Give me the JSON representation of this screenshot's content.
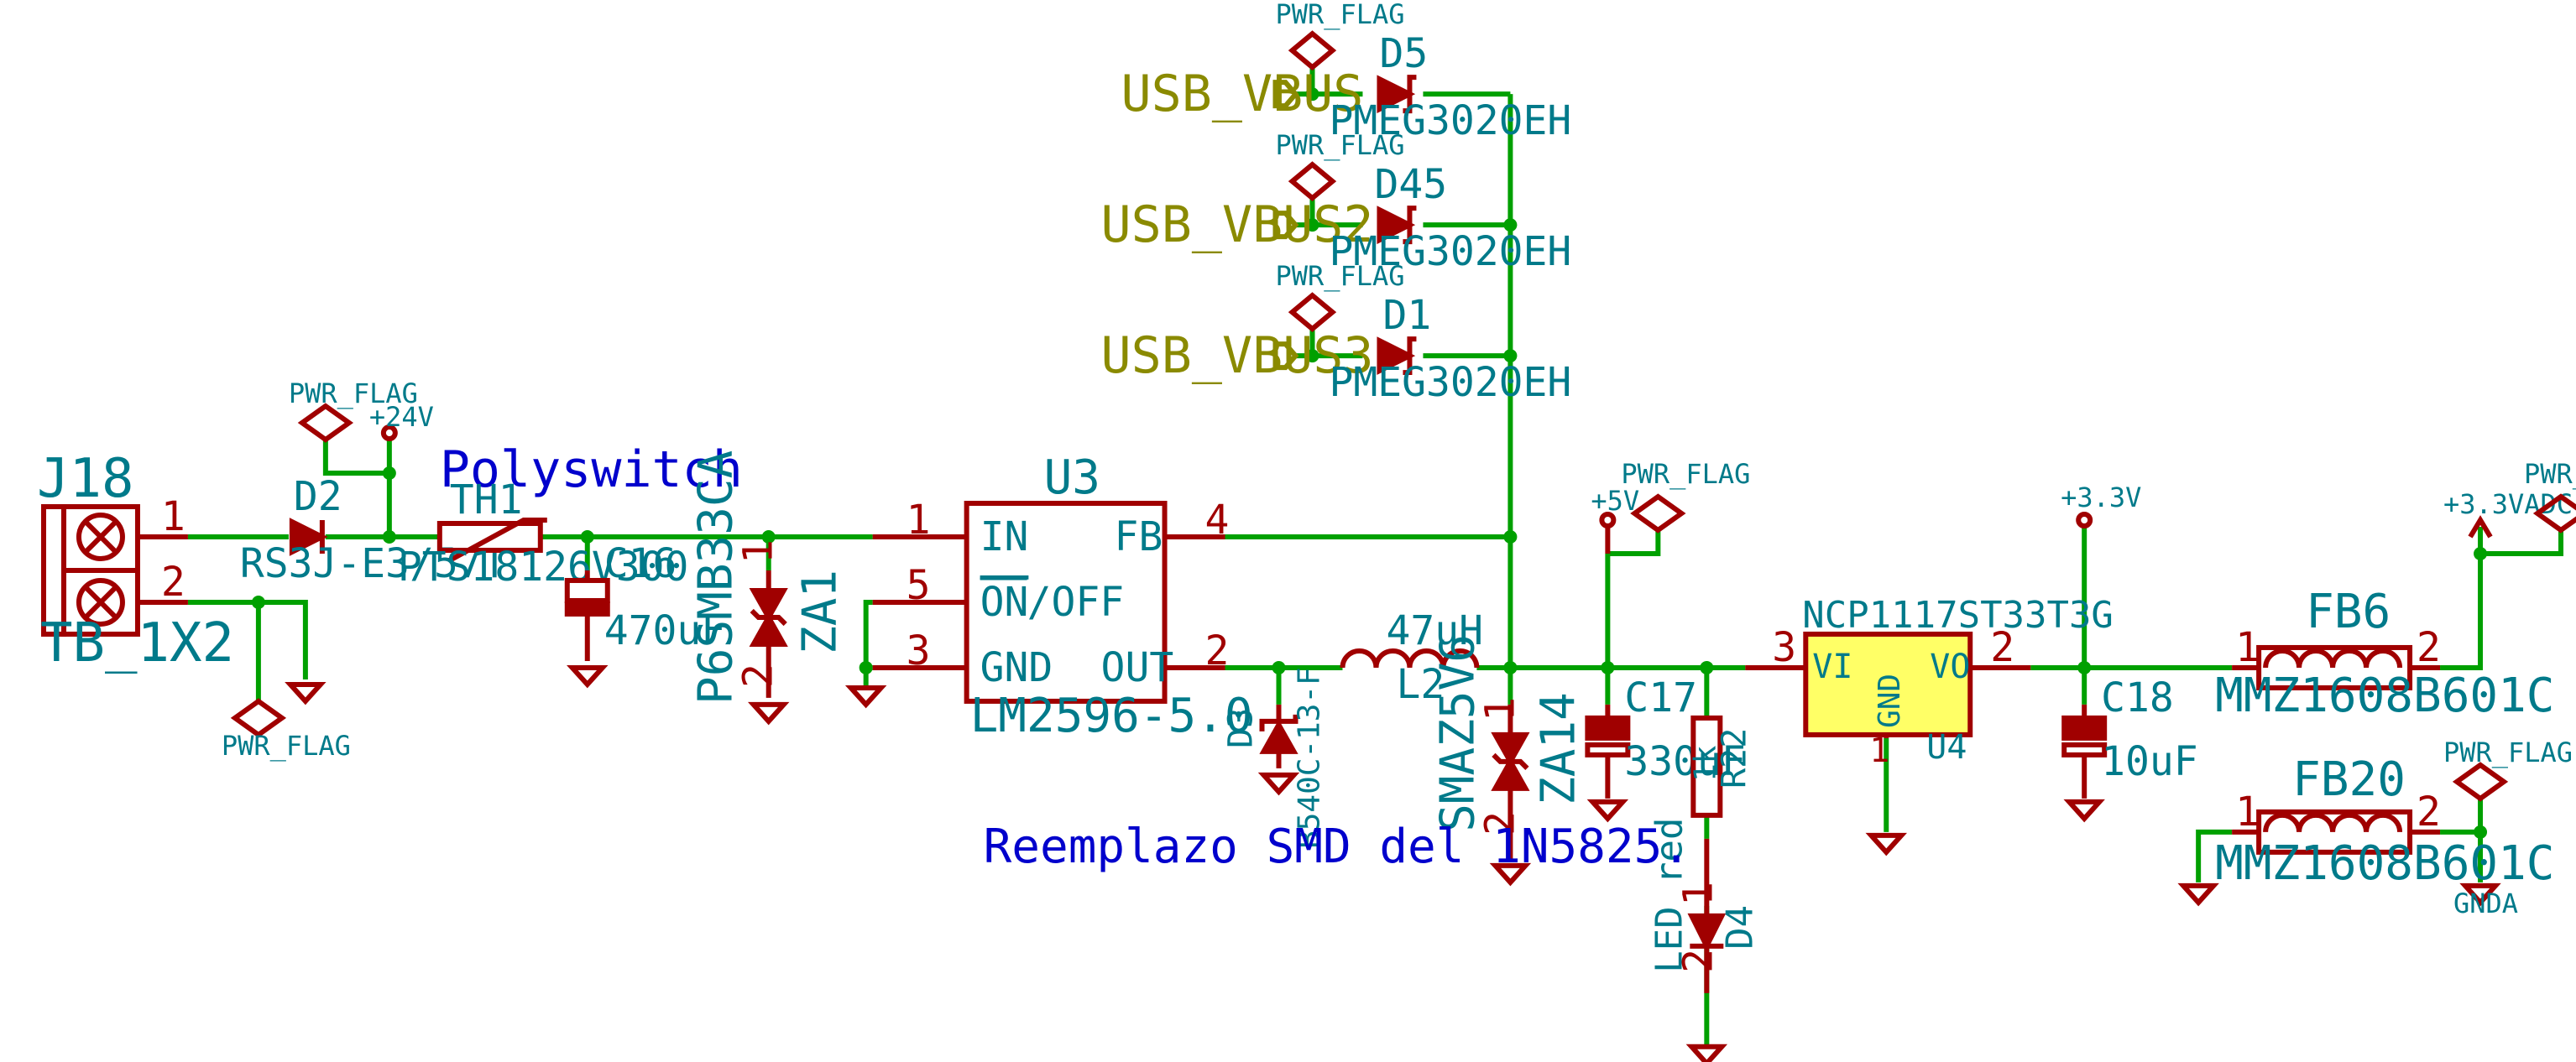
{
  "colors": {
    "wire": "#00a000",
    "component": "#a00000",
    "refdes": "#007a8a",
    "global_label": "#8a8a00",
    "note": "#0000cc",
    "ldo_fill": "#ffff66"
  },
  "connector": {
    "ref": "J18",
    "value": "TB_1X2",
    "pin1": "1",
    "pin2": "2"
  },
  "pwr_flag": "PWR_FLAG",
  "nets": {
    "v24": "+24V",
    "v5": "+5V",
    "v33": "+3.3V",
    "v33a": "+3.3VADC",
    "gnda": "GNDA"
  },
  "d2": {
    "ref": "D2",
    "value": "RS3J-E3/57T"
  },
  "th1": {
    "ref": "TH1",
    "value": "PTS18126V300",
    "note": "Polyswitch"
  },
  "c16": {
    "ref": "C16",
    "value": "470uF"
  },
  "za1": {
    "ref": "ZA1",
    "value": "P6SMB33CA",
    "pin1": "1",
    "pin2": "2"
  },
  "u3": {
    "ref": "U3",
    "value": "LM2596-5.0",
    "in": "IN",
    "fb": "FB",
    "onoff_on": "ON",
    "onoff_off": "/OFF",
    "gnd": "GND",
    "out": "OUT",
    "p1": "1",
    "p4": "4",
    "p5": "5",
    "p3": "3",
    "p2": "2"
  },
  "usb": [
    {
      "label": "USB_VBUS",
      "diode_ref": "D5",
      "diode_value": "PMEG3020EH"
    },
    {
      "label": "USB_VBUS2",
      "diode_ref": "D45",
      "diode_value": "PMEG3020EH"
    },
    {
      "label": "USB_VBUS3",
      "diode_ref": "D1",
      "diode_value": "PMEG3020EH"
    }
  ],
  "d3": {
    "ref": "D3",
    "value": "B540C-13-F"
  },
  "l2": {
    "ref": "L2",
    "value": "47uH"
  },
  "za14": {
    "ref": "ZA14",
    "value": "SMAZ5V6",
    "pin1": "1",
    "pin2": "2"
  },
  "c17": {
    "ref": "C17",
    "value": "330uF"
  },
  "r22": {
    "ref": "R22",
    "value": "1k"
  },
  "d4": {
    "ref": "D4",
    "value": "LED red",
    "pin1": "1",
    "pin2": "2"
  },
  "u4": {
    "ref": "U4",
    "value": "NCP1117ST33T3G",
    "vi": "VI",
    "vo": "VO",
    "gnd": "GND",
    "p3": "3",
    "p2": "2",
    "p1": "1"
  },
  "c18": {
    "ref": "C18",
    "value": "10uF"
  },
  "fb6": {
    "ref": "FB6",
    "value": "MMZ1608B601C",
    "p1": "1",
    "p2": "2"
  },
  "fb20": {
    "ref": "FB20",
    "value": "MMZ1608B601C",
    "p1": "1",
    "p2": "2"
  },
  "note": "Reemplazo SMD del 1N5825."
}
